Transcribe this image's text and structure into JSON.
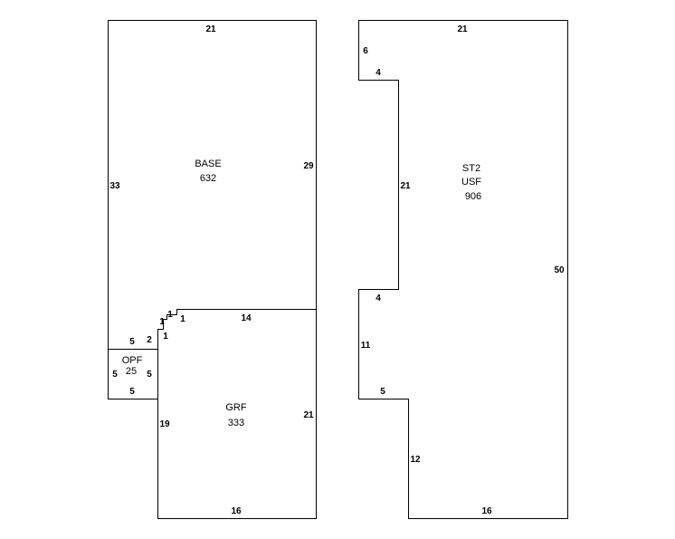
{
  "colors": {
    "line": "#000000",
    "background": "#ffffff"
  },
  "areas": {
    "base": {
      "name": "BASE",
      "size": "632"
    },
    "opf": {
      "name": "OPF",
      "size": "25"
    },
    "grf": {
      "name": "GRF",
      "size": "333"
    },
    "st2": {
      "name": "ST2",
      "sub": "USF",
      "size": "906"
    }
  },
  "dimensions": {
    "base_top": "21",
    "base_left": "33",
    "base_right": "29",
    "base_step_top": "14",
    "base_step_a": "1",
    "base_step_b": "1",
    "base_step_c": "1",
    "base_step_d": "1",
    "base_step_e": "2",
    "opf_top": "5",
    "opf_left": "5",
    "opf_right": "5",
    "opf_bottom": "5",
    "grf_left": "19",
    "grf_right": "21",
    "grf_bottom": "16",
    "st2_top": "21",
    "st2_top_left": "6",
    "st2_notch_top": "4",
    "st2_notch_side": "21",
    "st2_notch_bottom": "4",
    "st2_left_lower": "11",
    "st2_step": "5",
    "st2_lower_side": "12",
    "st2_bottom": "16",
    "st2_right": "50"
  }
}
